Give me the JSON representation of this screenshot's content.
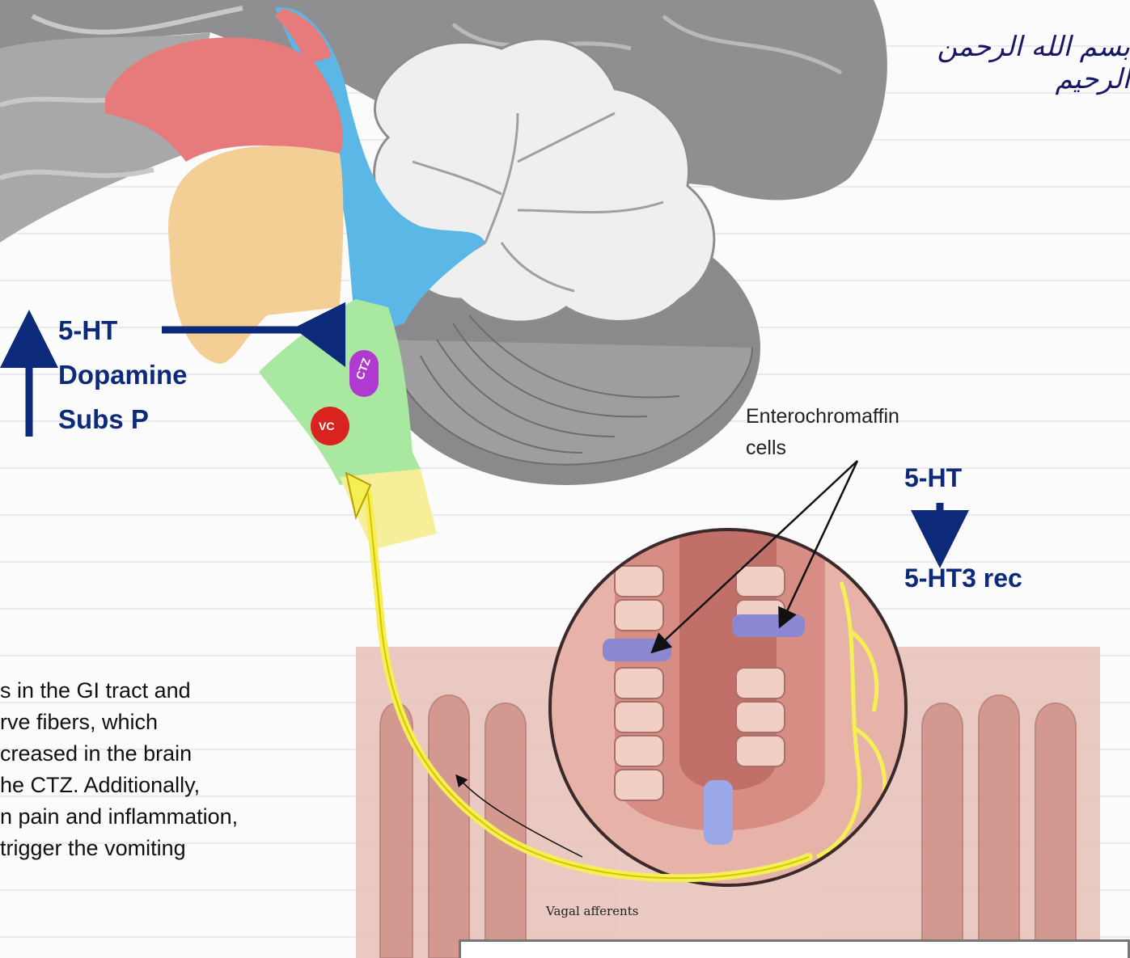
{
  "header": {
    "arabic_bismillah": "بسم الله الرحمن الرحيم"
  },
  "left_panel": {
    "arrow_icon": "up-arrow-icon",
    "items": [
      "5-HT",
      "Dopamine",
      "Subs P"
    ]
  },
  "brain_labels": {
    "ctz": "CTZ",
    "vc": "VC"
  },
  "gut_panel": {
    "cell_label": "Enterochromaffin\ncells",
    "line1": "5-HT",
    "arrow_icon": "down-arrow-icon",
    "line2": "5-HT3 rec",
    "vagal_label": "Vagal afferents"
  },
  "body_text": [
    "s in the GI tract and",
    "rve fibers, which",
    "creased in the brain",
    "he CTZ. Additionally,",
    "n pain and inflammation,",
    " trigger the vomiting"
  ],
  "colors": {
    "navy": "#0d2a7a",
    "brainstem_red": "#e77b7b",
    "brainstem_tan": "#f3cf95",
    "ventricle_blue": "#5bb7e6",
    "medulla_green": "#a9e8a0",
    "ctz_purple": "#b03ad0",
    "vc_red": "#d8231e",
    "vagal_yellow": "#f4ef55",
    "cerebellum_gray": "#9a9a9c"
  }
}
